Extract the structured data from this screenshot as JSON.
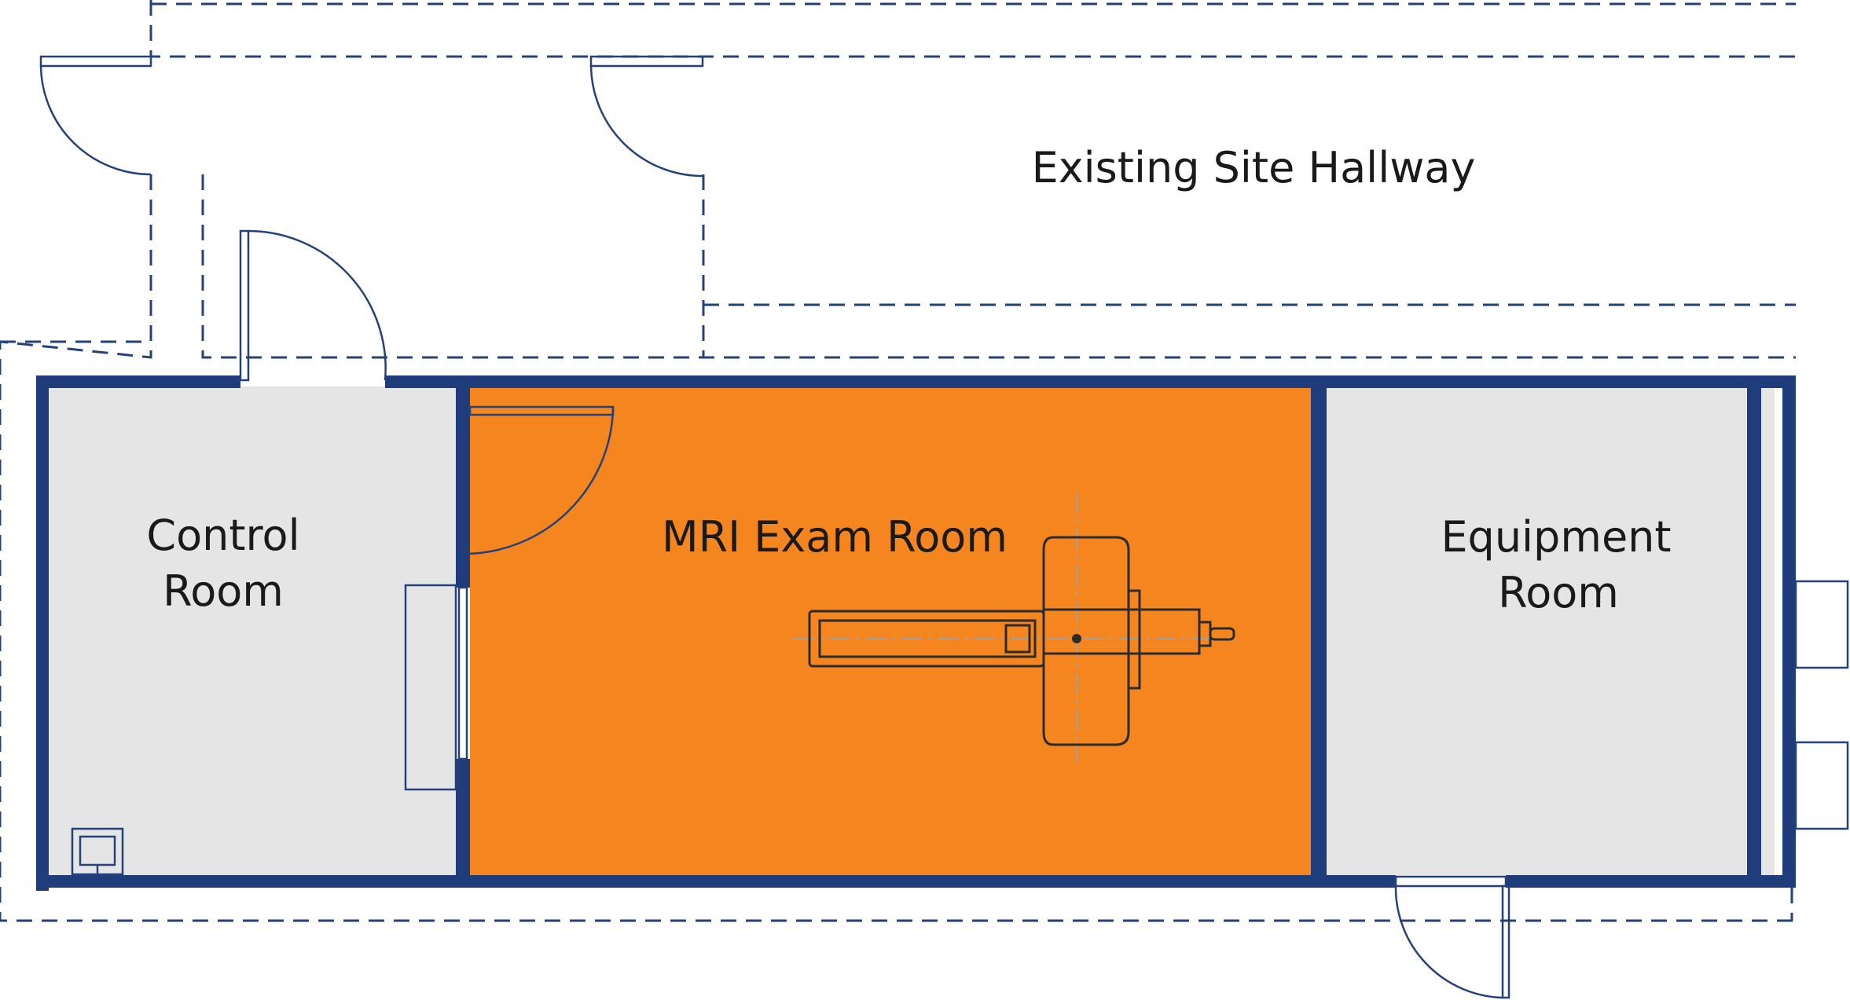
{
  "labels": {
    "hallway": "Existing Site Hallway",
    "control_room_line1": "Control",
    "control_room_line2": "Room",
    "mri_room": "MRI Exam Room",
    "equipment_room_line1": "Equipment",
    "equipment_room_line2": "Room"
  },
  "colors": {
    "wall": "#1f3d7a",
    "dashed_line": "#24417a",
    "mri_room_fill": "#f5861f",
    "support_room_fill": "#e5e5e5"
  }
}
